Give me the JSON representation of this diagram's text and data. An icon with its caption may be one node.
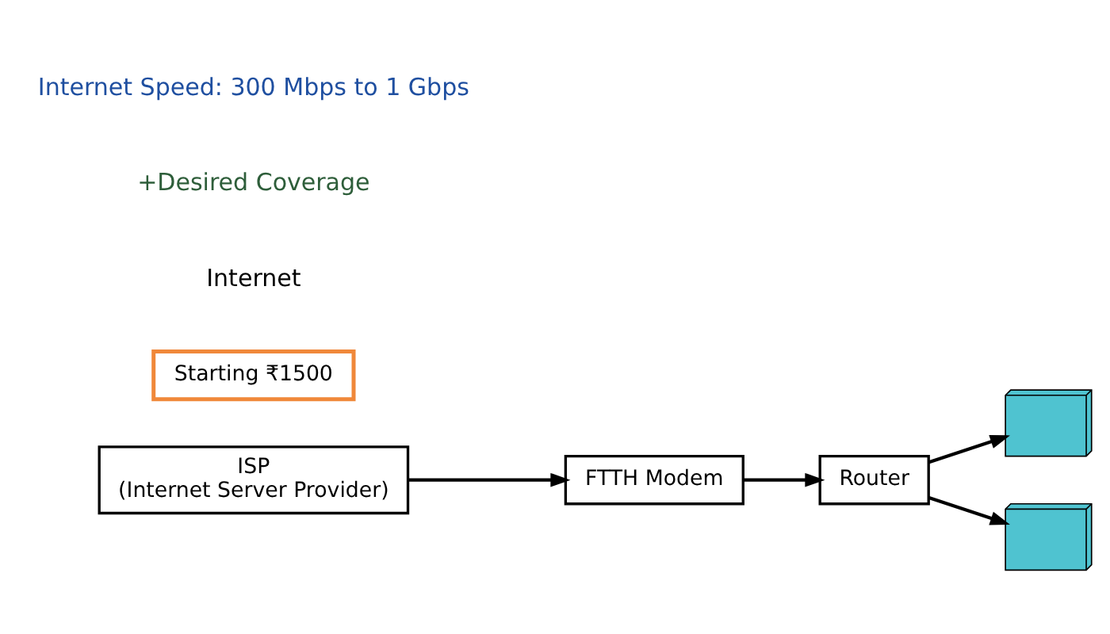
{
  "diagram": {
    "nodes": [
      {
        "text": [
          "ISP",
          "(Internet Server Provider)"
        ]
      },
      {
        "text": [
          "FTTH Modem"
        ]
      },
      {
        "text": [
          "Router"
        ]
      },
      {
        "text": [],
        "shape": "picture"
      },
      {
        "text": [],
        "shape": "picture"
      },
      {
        "text": [
          "Starting ₹1500"
        ]
      }
    ],
    "edges": [
      {
        "from": 0,
        "to": 1,
        "arrow": "to"
      },
      {
        "from": 1,
        "to": 2,
        "arrow": "to"
      },
      {
        "from": 2,
        "to": 3,
        "arrow": "to"
      },
      {
        "from": 2,
        "to": 4,
        "arrow": "to"
      }
    ],
    "labels": [
      "Internet",
      "+Desired Coverage",
      "Internet Speed: 300 Mbps to 1 Gbps"
    ]
  }
}
